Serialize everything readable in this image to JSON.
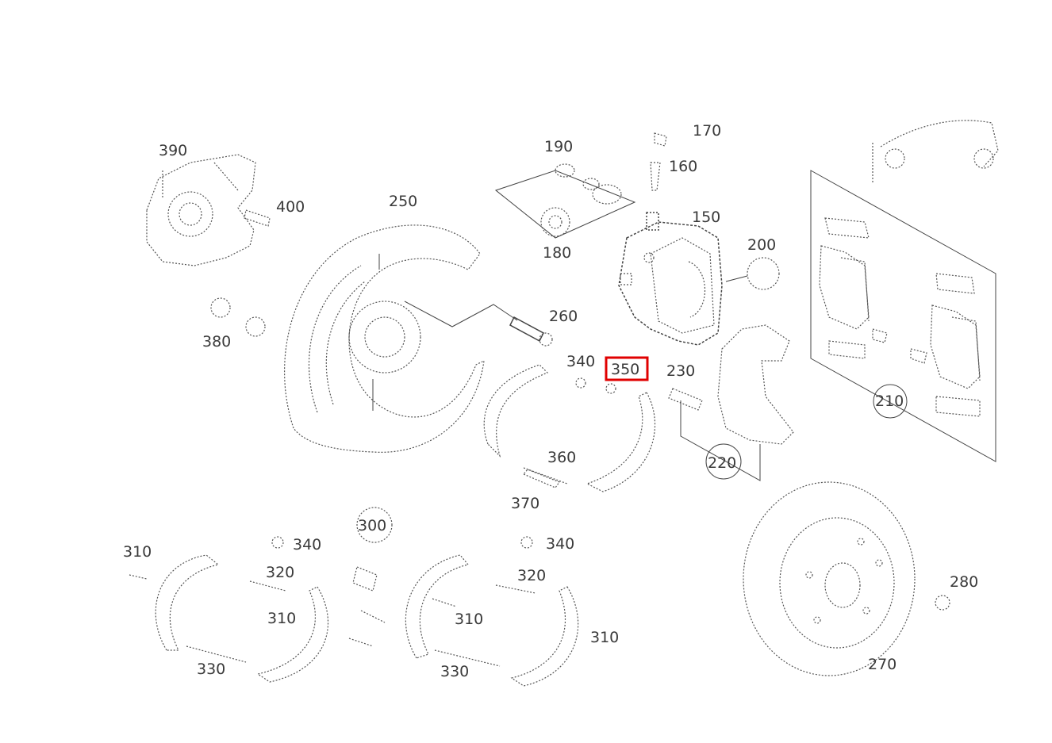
{
  "labels": {
    "p150": "150",
    "p160": "160",
    "p170": "170",
    "p180": "180",
    "p190": "190",
    "p200": "200",
    "p210": "210",
    "p220": "220",
    "p230": "230",
    "p250": "250",
    "p260": "260",
    "p270": "270",
    "p280": "280",
    "p300": "300",
    "p310a": "310",
    "p310b": "310",
    "p310c": "310",
    "p310d": "310",
    "p320a": "320",
    "p320b": "320",
    "p330a": "330",
    "p330b": "330",
    "p340a": "340",
    "p340b": "340",
    "p340c": "340",
    "p350": "350",
    "p360": "360",
    "p370": "370",
    "p380": "380",
    "p390": "390",
    "p400": "400"
  },
  "highlighted_part": "350",
  "colors": {
    "highlight": "#e00000",
    "line": "#555555",
    "text": "#3a3a3a"
  }
}
